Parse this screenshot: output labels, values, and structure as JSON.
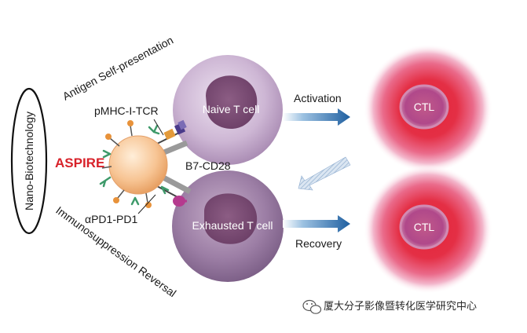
{
  "labels": {
    "nano_biotech": "Nano-Biotechnology",
    "antigen_self_presentation": "Antigen Self-presentation",
    "immunosuppression_reversal": "Immunosuppression Reversal",
    "aspire": "ASPIRE",
    "pmhc_tcr": "pMHC-I-TCR",
    "b7_cd28": "B7-CD28",
    "apd1_pd1": "αPD1-PD1",
    "naive_cell": "Naive T cell",
    "exhausted_cell": "Exhausted T cell",
    "activation": "Activation",
    "recovery": "Recovery",
    "ctl_top": "CTL",
    "ctl_bottom": "CTL",
    "watermark": "厦大分子影像暨转化医学研究中心"
  },
  "colors": {
    "aspire_red": "#d8222a",
    "arrow_blue": "#1f5fa0",
    "cell_purple": "#9e7fa8",
    "ctl_red": "#d81b2c"
  }
}
